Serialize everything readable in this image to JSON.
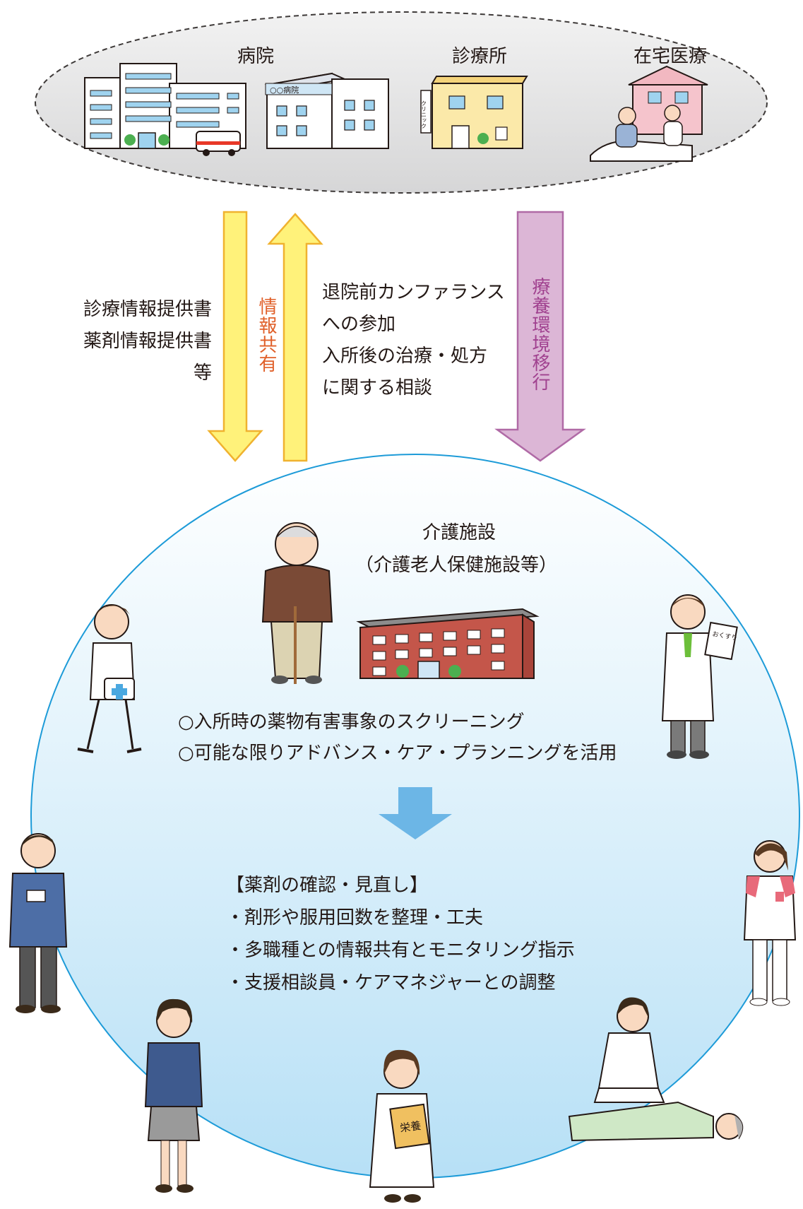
{
  "colors": {
    "cloud_fill": "#dcdcdd",
    "cloud_stroke": "#3e3a39",
    "yellow_arrow": "#fff27a",
    "yellow_arrow_stroke": "#f0b22f",
    "pink_arrow": "#dcb6d6",
    "pink_arrow_stroke": "#b06aa6",
    "info_share_text": "#e0602a",
    "transition_text": "#a0418f",
    "facility_stroke": "#1d9bd8",
    "facility_fill_top": "#ffffff",
    "facility_fill_bottom": "#b9e2f7",
    "down_arrow": "#6cb6e6"
  },
  "providers": {
    "hospital": "病院",
    "clinic": "診療所",
    "home_care": "在宅医療",
    "hospital_sign": "○○病院",
    "clinic_sign": "クリニック"
  },
  "flows": {
    "documents": [
      "診療情報提供書",
      "薬剤情報提供書",
      "等"
    ],
    "info_share": "情報共有",
    "conference": [
      "退院前カンファランス",
      "への参加",
      "入所後の治療・処方",
      "に関する相談"
    ],
    "transition": "療養環境移行"
  },
  "facility": {
    "title": "介護施設",
    "subtitle": "（介護老人保健施設等）",
    "screening": [
      "○入所時の薬物有害事象のスクリーニング",
      "○可能な限りアドバンス・ケア・プランニングを活用"
    ],
    "review_heading": "【薬剤の確認・見直し】",
    "review_items": [
      "・剤形や服用回数を整理・工夫",
      "・多職種との情報共有とモニタリング指示",
      "・支援相談員・ケアマネジャーとの調整"
    ]
  },
  "staff_props": {
    "pharmacist_note": "おくすり",
    "dietitian_book": "栄養"
  },
  "icons": [
    "hospital-building-icon",
    "hospital-icon",
    "ambulance-icon",
    "clinic-icon",
    "home-care-icon",
    "elderly-person-icon",
    "care-facility-icon",
    "nurse-icon",
    "pharmacist-icon",
    "staff-member-icon",
    "caregiver-icon",
    "office-worker-icon",
    "dietitian-icon",
    "therapist-icon",
    "down-arrow-icon"
  ]
}
